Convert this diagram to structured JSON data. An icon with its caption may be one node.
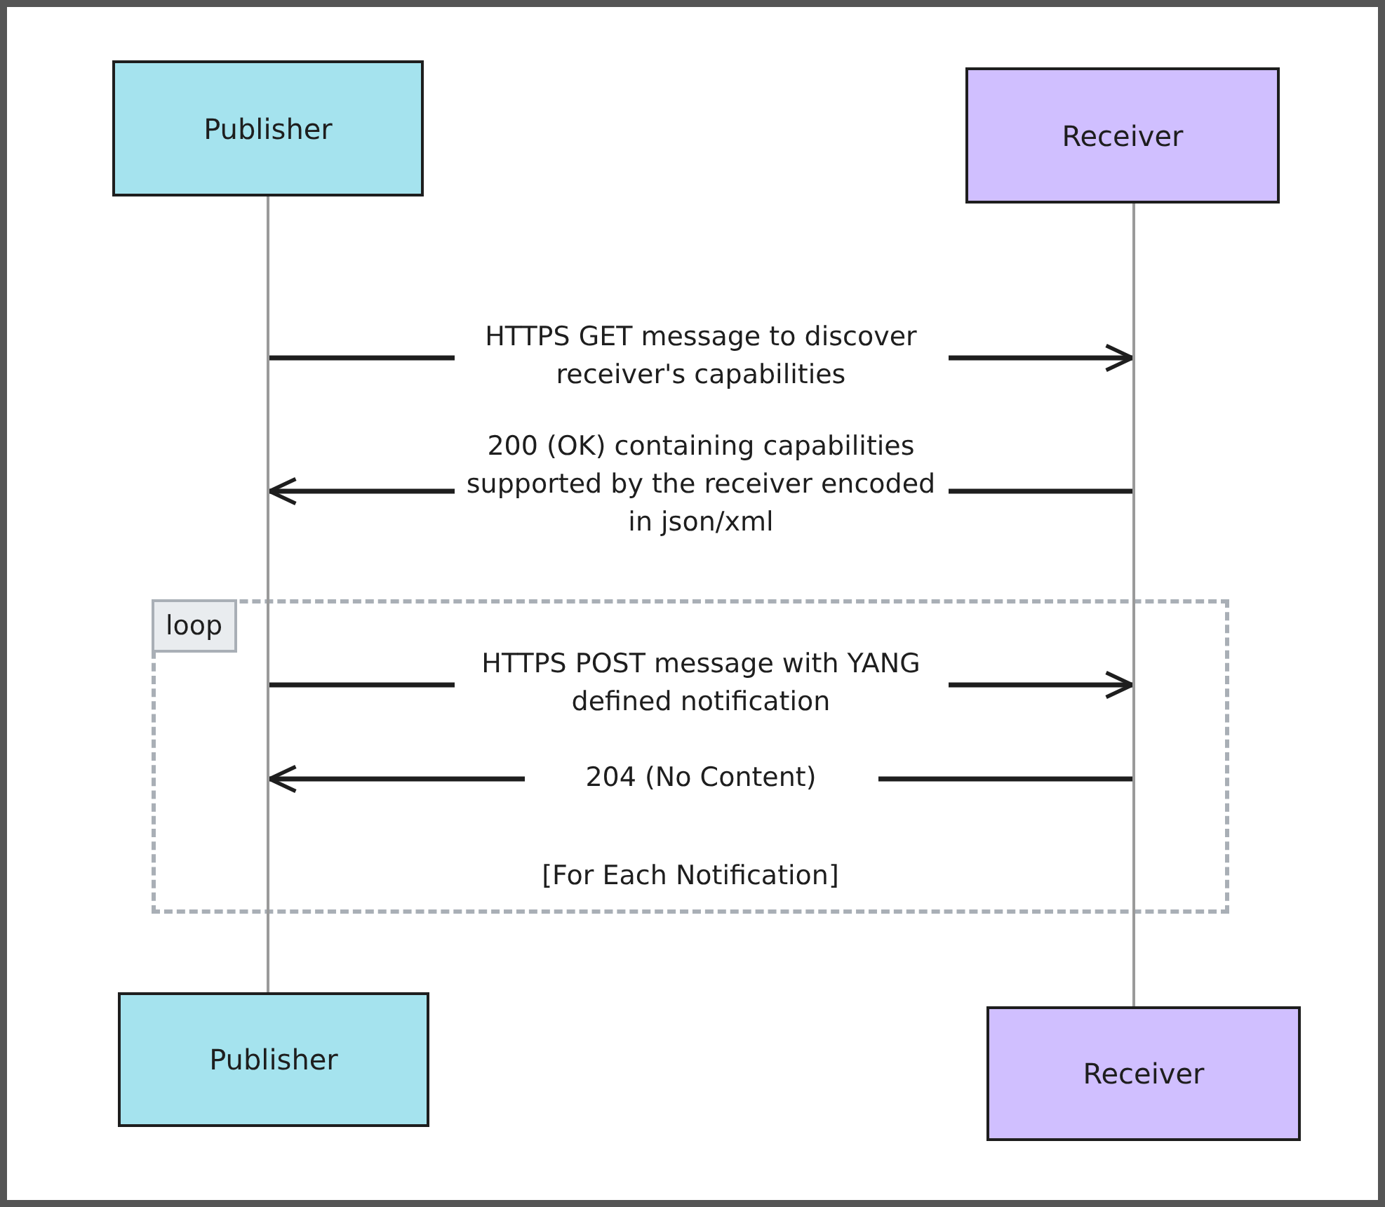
{
  "diagram": {
    "nodes": [
      {
        "text": [
          "Publisher"
        ]
      },
      {
        "text": [
          "Receiver"
        ]
      },
      {
        "text": [],
        "shape": "line"
      },
      {
        "text": [],
        "shape": "line"
      },
      {
        "text": [
          "Publisher"
        ]
      },
      {
        "text": [
          "Receiver"
        ]
      }
    ],
    "edges": [
      {
        "from": 2,
        "to": 3,
        "arrow": "to",
        "label": "HTTPS GET message to discover receiver's capabilities"
      },
      {
        "from": 3,
        "to": 2,
        "arrow": "to",
        "label": "200 (OK) containing capabilities supported by the receiver encoded in json/xml"
      },
      {
        "from": 2,
        "to": 3,
        "arrow": "to",
        "label": "HTTPS POST message with YANG defined notification"
      },
      {
        "from": 3,
        "to": 2,
        "arrow": "to",
        "label": "204 (No Content)"
      }
    ],
    "labels": [
      "loop",
      "[For Each Notification]"
    ]
  }
}
